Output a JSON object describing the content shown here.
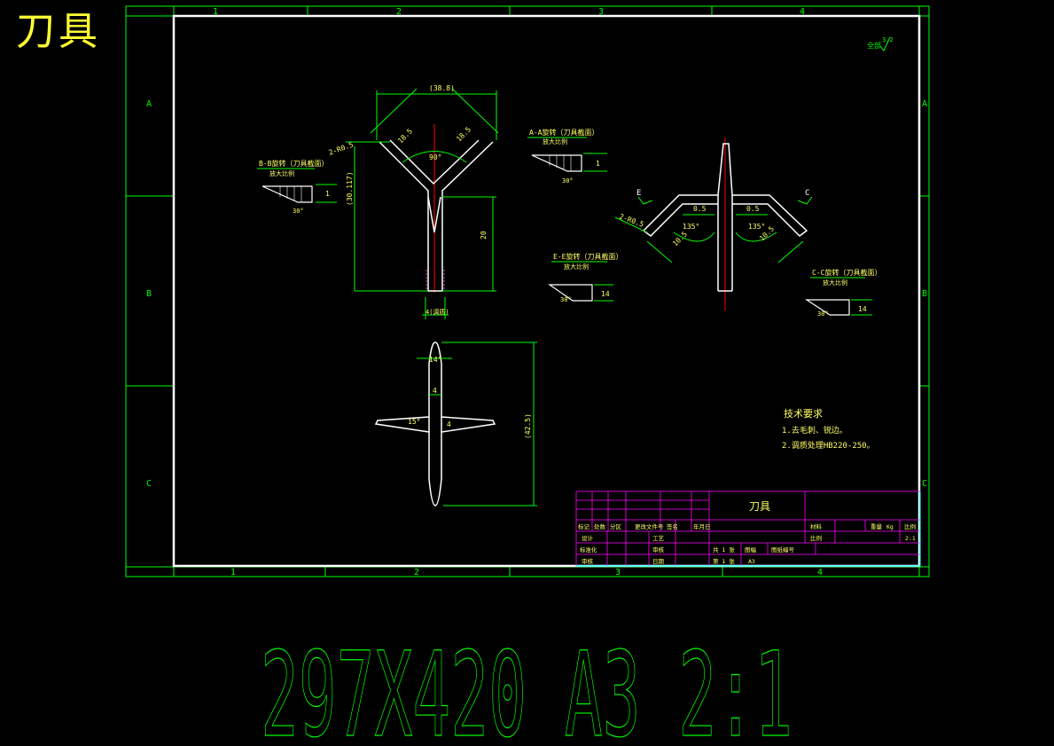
{
  "corner_title": "刀具",
  "footer_caption": "297X420 A3 2:1",
  "border_zones": {
    "columns": [
      "1",
      "2",
      "3",
      "4"
    ],
    "rows": [
      "A",
      "B",
      "C"
    ]
  },
  "roughness_note": "全部",
  "roughness_value": "3.2",
  "views": {
    "top_view": {
      "dims": {
        "top_width": "(38.8)",
        "left_arm": "18.5",
        "right_arm": "18.5",
        "angle": "90°",
        "left_ref": "2-R0.5",
        "height_ref": "(30.117)",
        "stem_length": "20",
        "stem_width": "4(调质)"
      }
    },
    "right_view": {
      "dims": {
        "left_offset": "0.5",
        "right_offset": "0.5",
        "left_angle": "135°",
        "right_angle": "135°",
        "left_arm": "10.5",
        "right_arm": "10.5",
        "left_ref": "2-R0.5",
        "cut_left": "E",
        "cut_right": "C"
      }
    },
    "bottom_view": {
      "dims": {
        "top_angle": "14°",
        "width": "4",
        "side_angle": "15°",
        "inner": "4",
        "height": "(42.5)"
      }
    }
  },
  "section_views": [
    {
      "id": "bb",
      "title": "B-B旋转（刀具截面）",
      "scale": "放大比例",
      "dims": [
        "1",
        "30°"
      ]
    },
    {
      "id": "aa",
      "title": "A-A旋转（刀具截面）",
      "scale": "放大比例",
      "dims": [
        "1",
        "30°"
      ]
    },
    {
      "id": "ee",
      "title": "E-E旋转（刀具截面）",
      "scale": "放大比例",
      "dims": [
        "14",
        "30°"
      ]
    },
    {
      "id": "cc",
      "title": "C-C旋转（刀具截面）",
      "scale": "放大比例",
      "dims": [
        "14",
        "30°"
      ]
    }
  ],
  "tech_requirements": {
    "title": "技术要求",
    "items": [
      "1.去毛刺、锐边。",
      "2.调质处理HB220-250。"
    ]
  },
  "title_block": {
    "part_name": "刀具",
    "header_row": [
      "标记",
      "处数",
      "分区",
      "更改文件号",
      "签名",
      "年月日"
    ],
    "rows": [
      [
        "设计",
        "",
        "",
        "工艺",
        "",
        ""
      ],
      [
        "标准化",
        "",
        "",
        "审核",
        "",
        ""
      ],
      [
        "审核",
        "",
        "",
        "日期",
        "",
        ""
      ]
    ],
    "material_label": "材料",
    "weight_label": "重量",
    "weight_unit": "Kg",
    "scale_label": "比例",
    "ratio_label": "比例",
    "scale_value": "2:1",
    "sheet_total": "共 1 张",
    "sheet_no": "第 1 张",
    "drawing_label": "图幅",
    "drawing_no_label": "图纸编号",
    "format": "A3"
  },
  "colors": {
    "frame": "#00ff00",
    "lines": "#ffffff",
    "centerline": "#ff0000",
    "title_grid": "#ff00ff",
    "accent": "#ffff33",
    "dim_text": "#ffff66",
    "hatch": "#cc44cc",
    "title_text": "#00ffff"
  }
}
